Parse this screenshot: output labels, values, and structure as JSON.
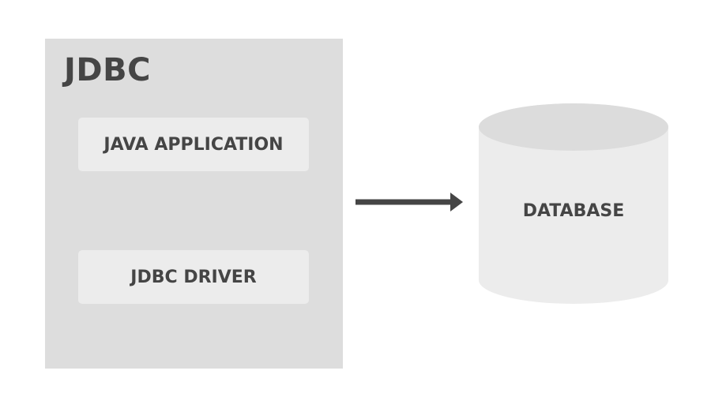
{
  "jdbc": {
    "title": "JDBC",
    "java_application": "JAVA APPLICATION",
    "jdbc_driver": "JDBC DRIVER"
  },
  "database": {
    "label": "DATABASE"
  },
  "colors": {
    "outer_box": "#dddddd",
    "inner_box": "#ececec",
    "cylinder_body": "#ececec",
    "cylinder_top": "#dcdcdc",
    "arrow": "#454545",
    "text": "#454545"
  }
}
